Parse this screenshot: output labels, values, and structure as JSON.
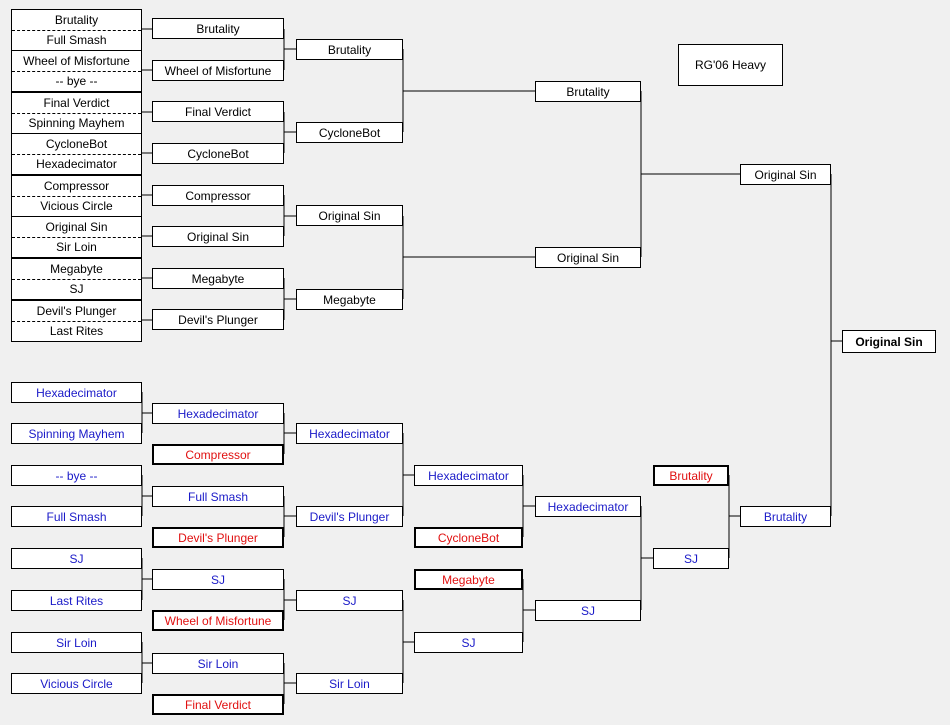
{
  "title": "RG'06 Heavy",
  "winners": {
    "round1": [
      [
        "Brutality",
        "Full Smash"
      ],
      [
        "Wheel of Misfortune",
        "-- bye --"
      ],
      [
        "Final Verdict",
        "Spinning Mayhem"
      ],
      [
        "CycloneBot",
        "Hexadecimator"
      ],
      [
        "Compressor",
        "Vicious Circle"
      ],
      [
        "Original Sin",
        "Sir Loin"
      ],
      [
        "Megabyte",
        "SJ"
      ],
      [
        "Devil's Plunger",
        "Last Rites"
      ]
    ],
    "round2": [
      "Brutality",
      "Wheel of Misfortune",
      "Final Verdict",
      "CycloneBot",
      "Compressor",
      "Original Sin",
      "Megabyte",
      "Devil's Plunger"
    ],
    "round3": [
      "Brutality",
      "CycloneBot",
      "Original Sin",
      "Megabyte"
    ],
    "round4": [
      "Brutality",
      "Original Sin"
    ],
    "final": "Original Sin"
  },
  "losers": {
    "round1": [
      "Hexadecimator",
      "Spinning Mayhem",
      "-- bye --",
      "Full Smash",
      "SJ",
      "Last Rites",
      "Sir Loin",
      "Vicious Circle"
    ],
    "round2": [
      "Hexadecimator",
      "Full Smash",
      "SJ",
      "Sir Loin"
    ],
    "round2_drop": [
      "Compressor",
      "Devil's Plunger",
      "Wheel of Misfortune",
      "Final Verdict"
    ],
    "round3": [
      "Hexadecimator",
      "Devil's Plunger",
      "SJ",
      "Sir Loin"
    ],
    "round4": [
      "Hexadecimator",
      "SJ"
    ],
    "round4_drop": [
      "CycloneBot",
      "Megabyte"
    ],
    "round5": [
      "Hexadecimator",
      "SJ"
    ],
    "round6": "SJ",
    "round6_drop": "Brutality",
    "final": "Brutality"
  },
  "grand_final": "Original Sin"
}
